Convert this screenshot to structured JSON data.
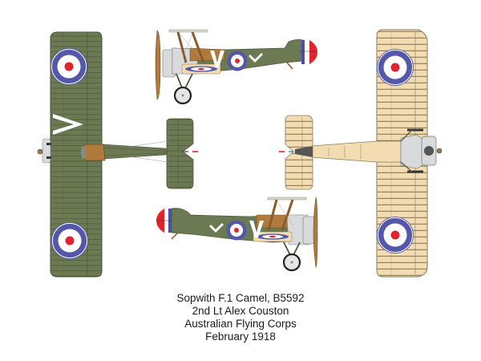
{
  "caption": {
    "line1": "Sopwith F.1 Camel, B5592",
    "line2": "2nd Lt Alex Couston",
    "line3": "Australian Flying Corps",
    "line4": "February 1918"
  },
  "views": {
    "top": {
      "label": "top-view",
      "fuselage_code": "V"
    },
    "side_right": {
      "label": "starboard-side-view",
      "code_letters": [
        "V",
        "chevron"
      ]
    },
    "side_left": {
      "label": "port-side-view",
      "code_letters": [
        "chevron",
        "V"
      ]
    },
    "bottom": {
      "label": "underside-view"
    }
  },
  "colors": {
    "pc10_olive": "#6b7a52",
    "olive_dark": "#4e5a3b",
    "clear_doped_linen": "#f3dcb2",
    "cowling_brown": "#b07a3c",
    "roundel_blue": "#5558a8",
    "roundel_white": "#ffffff",
    "roundel_red": "#e0232c",
    "metal_grey": "#d9dadc",
    "rudder_red": "#e0232c",
    "rudder_blue": "#4a4fa3"
  }
}
